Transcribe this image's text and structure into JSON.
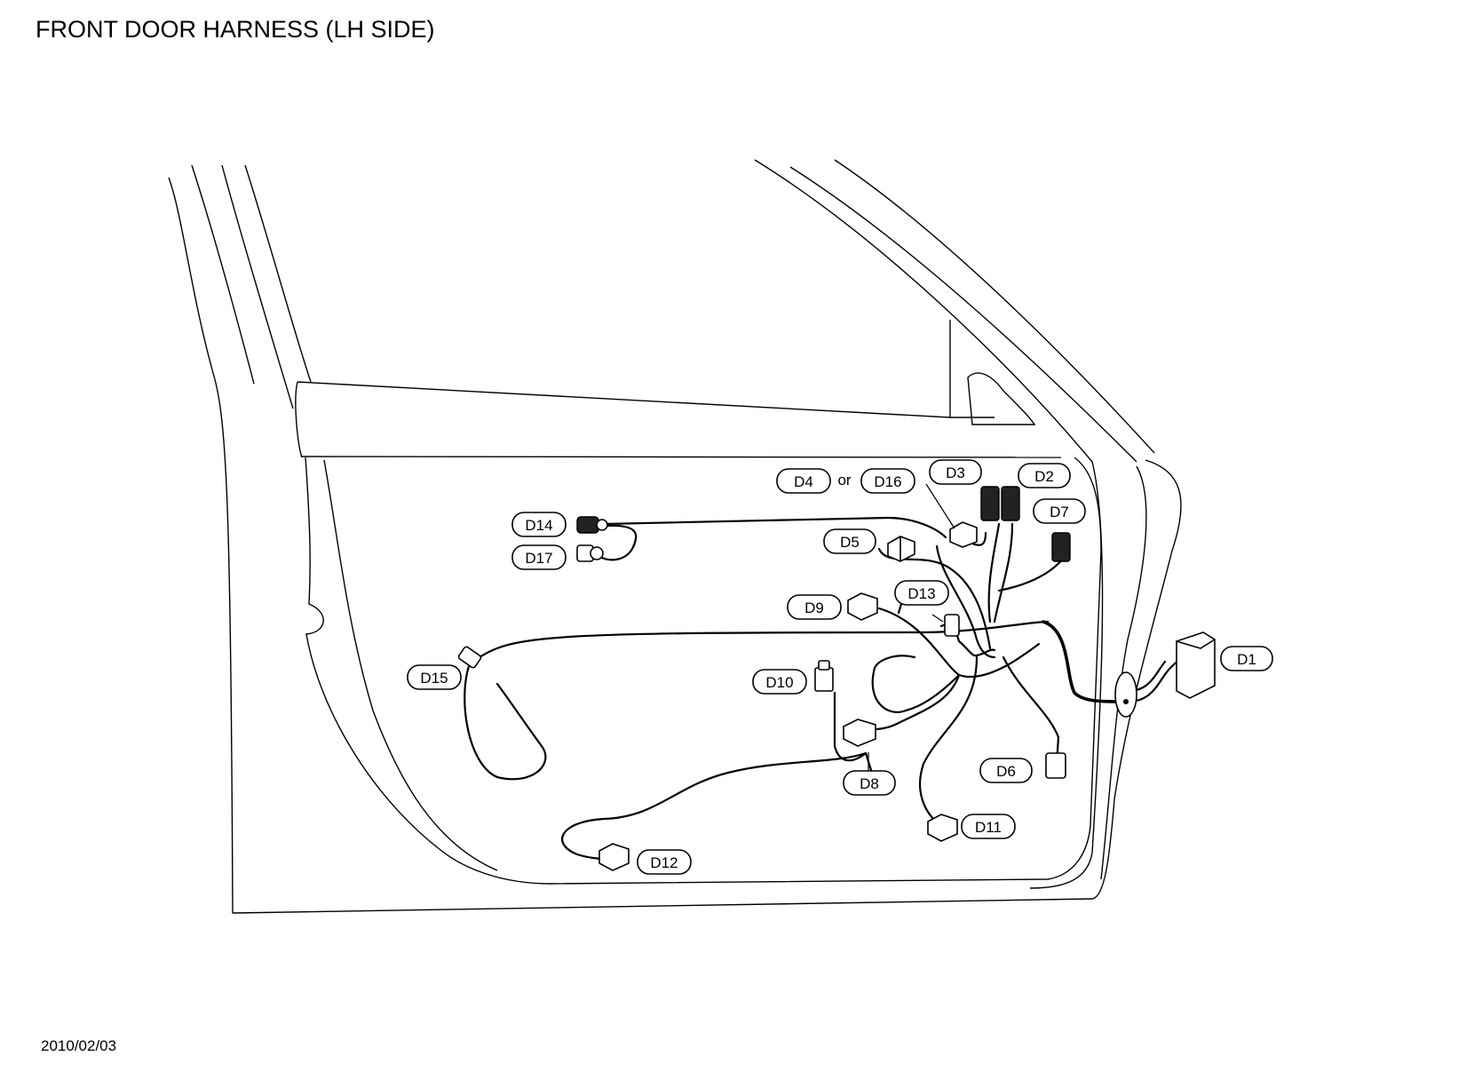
{
  "header": {
    "title": "FRONT DOOR HARNESS (LH SIDE)"
  },
  "footer": {
    "date": "2010/02/03"
  },
  "connectors": {
    "D1": "D1",
    "D2": "D2",
    "D3": "D3",
    "D4": "D4",
    "D5": "D5",
    "D6": "D6",
    "D7": "D7",
    "D8": "D8",
    "D9": "D9",
    "D10": "D10",
    "D11": "D11",
    "D12": "D12",
    "D13": "D13",
    "D14": "D14",
    "D15": "D15",
    "D16": "D16",
    "D17": "D17"
  },
  "or_text": "or"
}
